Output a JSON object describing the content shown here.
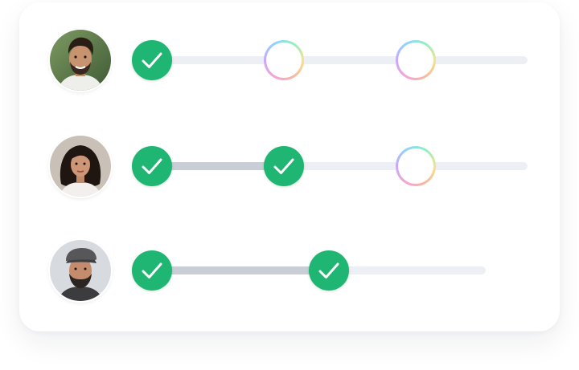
{
  "rows": [
    {
      "person": "avatar-1",
      "steps": [
        {
          "state": "done"
        },
        {
          "state": "pending"
        },
        {
          "state": "pending"
        }
      ],
      "filled_segments": 0
    },
    {
      "person": "avatar-2",
      "steps": [
        {
          "state": "done"
        },
        {
          "state": "done"
        },
        {
          "state": "pending"
        }
      ],
      "filled_segments": 1
    },
    {
      "person": "avatar-3",
      "steps": [
        {
          "state": "done"
        },
        {
          "state": "done"
        }
      ],
      "filled_segments": 1
    }
  ],
  "colors": {
    "done": "#1fb572",
    "track": "#eceff3",
    "track_filled": "#c9ced6"
  },
  "icons": {
    "done": "check-icon",
    "pending": "empty-circle-icon"
  }
}
